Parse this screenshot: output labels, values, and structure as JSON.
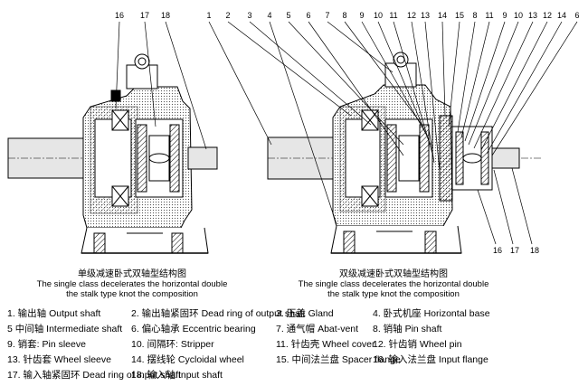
{
  "diagram": {
    "left": {
      "callouts": [
        "16",
        "17",
        "18"
      ],
      "caption": {
        "zh": "单级减速卧式双轴型结构图",
        "en1": "The single class decelerates the horizontal double",
        "en2": "the stalk type knot the composition"
      }
    },
    "right": {
      "callouts_top": [
        "1",
        "2",
        "3",
        "4",
        "5",
        "6",
        "7",
        "8",
        "9",
        "10",
        "11",
        "12",
        "13",
        "14",
        "15",
        "8",
        "11",
        "9",
        "10",
        "13",
        "12",
        "14",
        "6"
      ],
      "callouts_bottom": [
        "16",
        "17",
        "18"
      ],
      "caption": {
        "zh": "双级减速卧式双轴型结构图",
        "en1": "The single class decelerates the horizontal double",
        "en2": "the stalk type knot the composition"
      }
    }
  },
  "legend": [
    {
      "num": "1.",
      "zh": "输出轴",
      "en": "Output shaft"
    },
    {
      "num": "2.",
      "zh": "输出轴紧固环",
      "en": "Dead ring of output shaft"
    },
    {
      "num": "3.",
      "zh": "压盖",
      "en": "Gland"
    },
    {
      "num": "4.",
      "zh": "卧式机座",
      "en": "Horizontal base"
    },
    {
      "num": "5",
      "zh": "中间轴",
      "en": "Intermediate shaft"
    },
    {
      "num": "6.",
      "zh": "偏心轴承",
      "en": "Eccentric bearing"
    },
    {
      "num": "7.",
      "zh": "通气帽",
      "en": "Abat-vent"
    },
    {
      "num": "8.",
      "zh": "销轴",
      "en": "Pin shaft"
    },
    {
      "num": "9.",
      "zh": "销套:",
      "en": "Pin sleeve"
    },
    {
      "num": "10.",
      "zh": "间隔环:",
      "en": "Stripper"
    },
    {
      "num": "11.",
      "zh": "针齿壳",
      "en": "Wheel cover"
    },
    {
      "num": "12.",
      "zh": "针齿销",
      "en": "Wheel pin"
    },
    {
      "num": "13.",
      "zh": "针齿套",
      "en": "Wheel sleeve"
    },
    {
      "num": "14.",
      "zh": "摆线轮",
      "en": "Cycloidal wheel"
    },
    {
      "num": "15.",
      "zh": "中间法兰盘",
      "en": "Spacer flange"
    },
    {
      "num": "16.",
      "zh": "输入法兰盘",
      "en": "Input flange"
    },
    {
      "num": "17.",
      "zh": "输入轴紧固环",
      "en": "Dead ring of input shaft"
    },
    {
      "num": "18.",
      "zh": "输入轴",
      "en": "Input shaft"
    }
  ]
}
